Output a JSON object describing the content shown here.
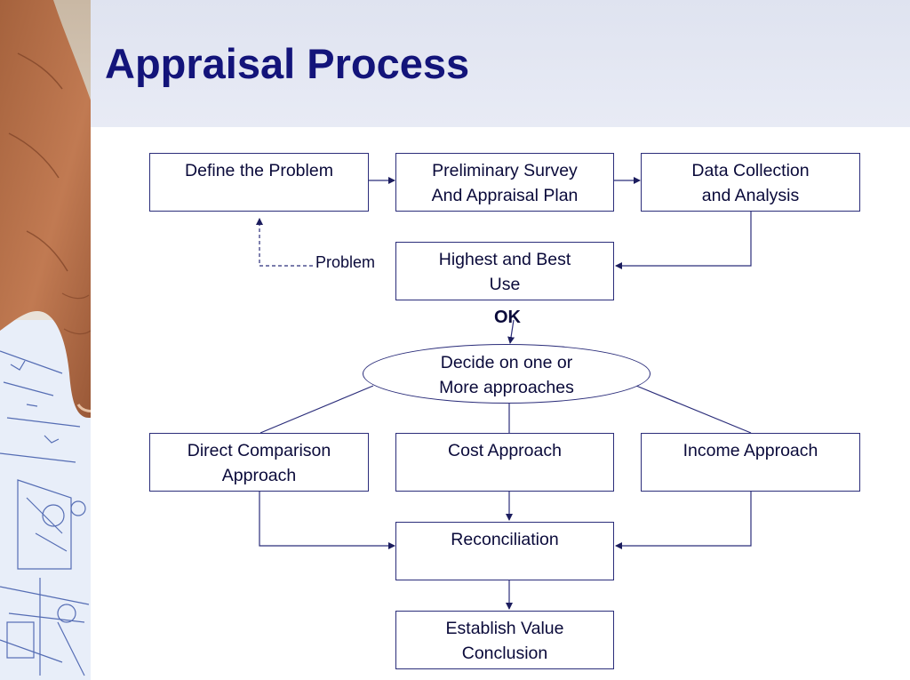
{
  "title": "Appraisal Process",
  "colors": {
    "title": "#13147a",
    "title_band": "#e3e7f3",
    "box_border": "#2b2d7a",
    "connector": "#2b2d7a",
    "text": "#0a0a3a"
  },
  "decor": {
    "image": "hand-pointing-at-blueprint"
  },
  "flow": {
    "define_problem": "Define the Problem",
    "preliminary_survey": "Preliminary Survey\nAnd Appraisal Plan",
    "data_collection": "Data Collection\nand Analysis",
    "highest_best_use": "Highest and Best\nUse",
    "problem_label": "Problem",
    "ok_label": "OK",
    "decide_approaches": "Decide on one or\nMore approaches",
    "direct_comparison": "Direct Comparison\nApproach",
    "cost_approach": "Cost Approach",
    "income_approach": "Income Approach",
    "reconciliation": "Reconciliation",
    "value_conclusion": "Establish Value\nConclusion"
  }
}
